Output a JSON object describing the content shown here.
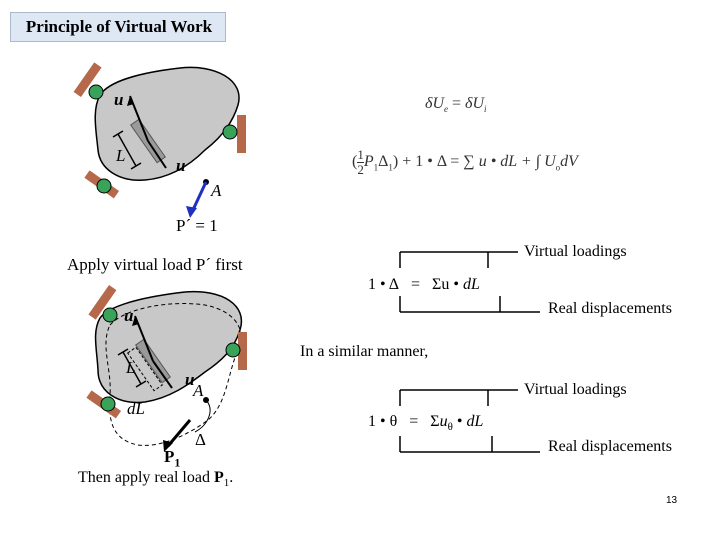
{
  "title": "Principle of Virtual Work",
  "equations": {
    "variation": "δU",
    "variation_sub_e": "e",
    "eq_sign": "=",
    "variation_sub_i": "i",
    "main_frac_num": "1",
    "main_frac_den": "2",
    "main_lhs": "(",
    "main_p": "P",
    "main_p_sub": "1",
    "main_delta": "Δ",
    "main_delta_sub": "1",
    "main_plus1": ") + 1 • Δ = ∑",
    "main_u": "u",
    "main_bullet_dl": "• dL + ∫",
    "main_U": "U",
    "main_U_sub": "o",
    "main_dV": "dV"
  },
  "diagram1": {
    "u_top": "u",
    "L": "L",
    "u_mid": "u",
    "A": "A",
    "P_prime": "P´ = 1"
  },
  "apply_virtual": "Apply virtual load P´ first",
  "diagram2": {
    "u_top": "u",
    "L": "L",
    "u_mid": "u",
    "A": "A",
    "dL": "dL",
    "delta": "Δ",
    "P1": "P",
    "P1_sub": "1"
  },
  "apply_real_prefix": "Then apply real load ",
  "apply_real_P": "P",
  "apply_real_sub": "1",
  "apply_real_suffix": ".",
  "relation1": {
    "lhs": "1 • Δ",
    "eq": "=",
    "rhs": "Σu • ",
    "rhs_dl": "dL",
    "virtual_label": "Virtual loadings",
    "real_label": "Real displacements"
  },
  "similar_manner": "In a similar manner,",
  "relation2": {
    "lhs": "1 • θ",
    "eq": "=",
    "rhs_sigma": "Σ",
    "rhs_u": "u",
    "rhs_u_sub": "θ",
    "rhs_bullet": " • ",
    "rhs_dl": "dL",
    "virtual_label": "Virtual loadings",
    "real_label": "Real displacements"
  },
  "slide_number": "13",
  "colors": {
    "title_bg": "#dde8f4",
    "body_fill": "#c8c8c8",
    "support_brown": "#b5694a",
    "pin_green": "#3aa35a",
    "arrow_blue": "#1f2fbf"
  }
}
